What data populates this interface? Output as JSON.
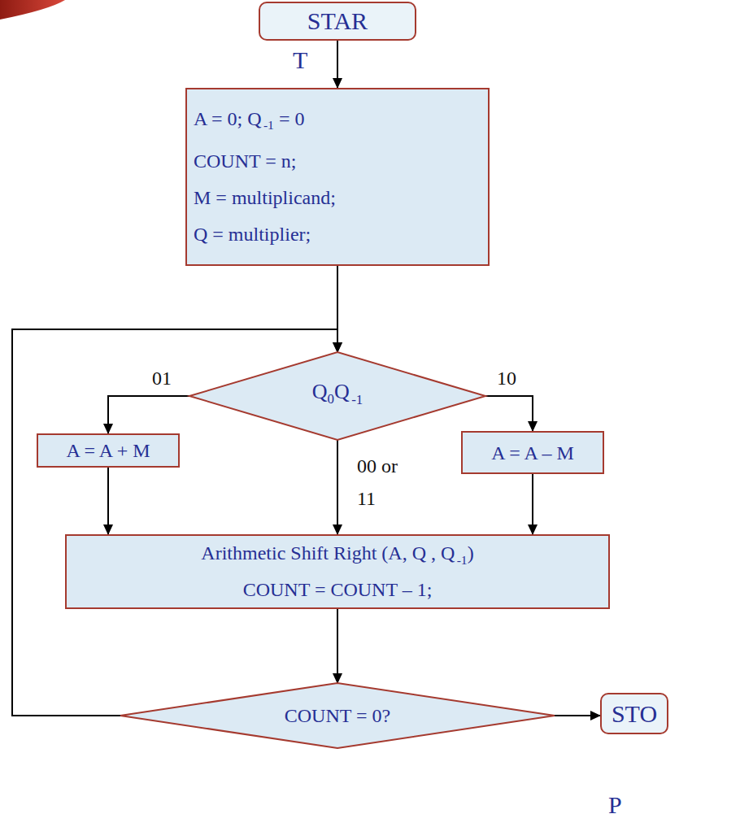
{
  "diagram": {
    "nodes": [
      {
        "text": [
          "STAR",
          "T"
        ]
      },
      {
        "text": [
          "A = 0; Q",
          "-1",
          "= 0",
          "COUNT = n;",
          "M = multiplicand;",
          "Q = multiplier;"
        ]
      },
      {
        "text": [
          "Q",
          "0",
          "Q",
          "-1"
        ]
      },
      {
        "text": [
          "A = A + M"
        ]
      },
      {
        "text": [
          "A = A – M"
        ]
      },
      {
        "text": [
          "Arithmetic Shift Right (A, Q , Q",
          "-1",
          ")",
          "COUNT = COUNT – 1;"
        ]
      },
      {
        "text": [
          "COUNT = 0?"
        ]
      },
      {
        "text": [
          "STO",
          "P"
        ]
      }
    ],
    "edges": [
      {
        "from": 0,
        "to": 1,
        "arrow": "to"
      },
      {
        "from": 1,
        "to": 2,
        "arrow": "to"
      },
      {
        "from": 2,
        "to": 3,
        "label": "01",
        "arrow": "to"
      },
      {
        "from": 2,
        "to": 4,
        "label": "10",
        "arrow": "to"
      },
      {
        "from": 2,
        "to": 5,
        "label": "00 or 11",
        "arrow": "to"
      },
      {
        "from": 3,
        "to": 5,
        "arrow": "to"
      },
      {
        "from": 4,
        "to": 5,
        "arrow": "to"
      },
      {
        "from": 5,
        "to": 6,
        "arrow": "to"
      },
      {
        "from": 6,
        "to": 2,
        "arrow": "to"
      },
      {
        "from": 6,
        "to": 7,
        "arrow": "to"
      }
    ]
  }
}
